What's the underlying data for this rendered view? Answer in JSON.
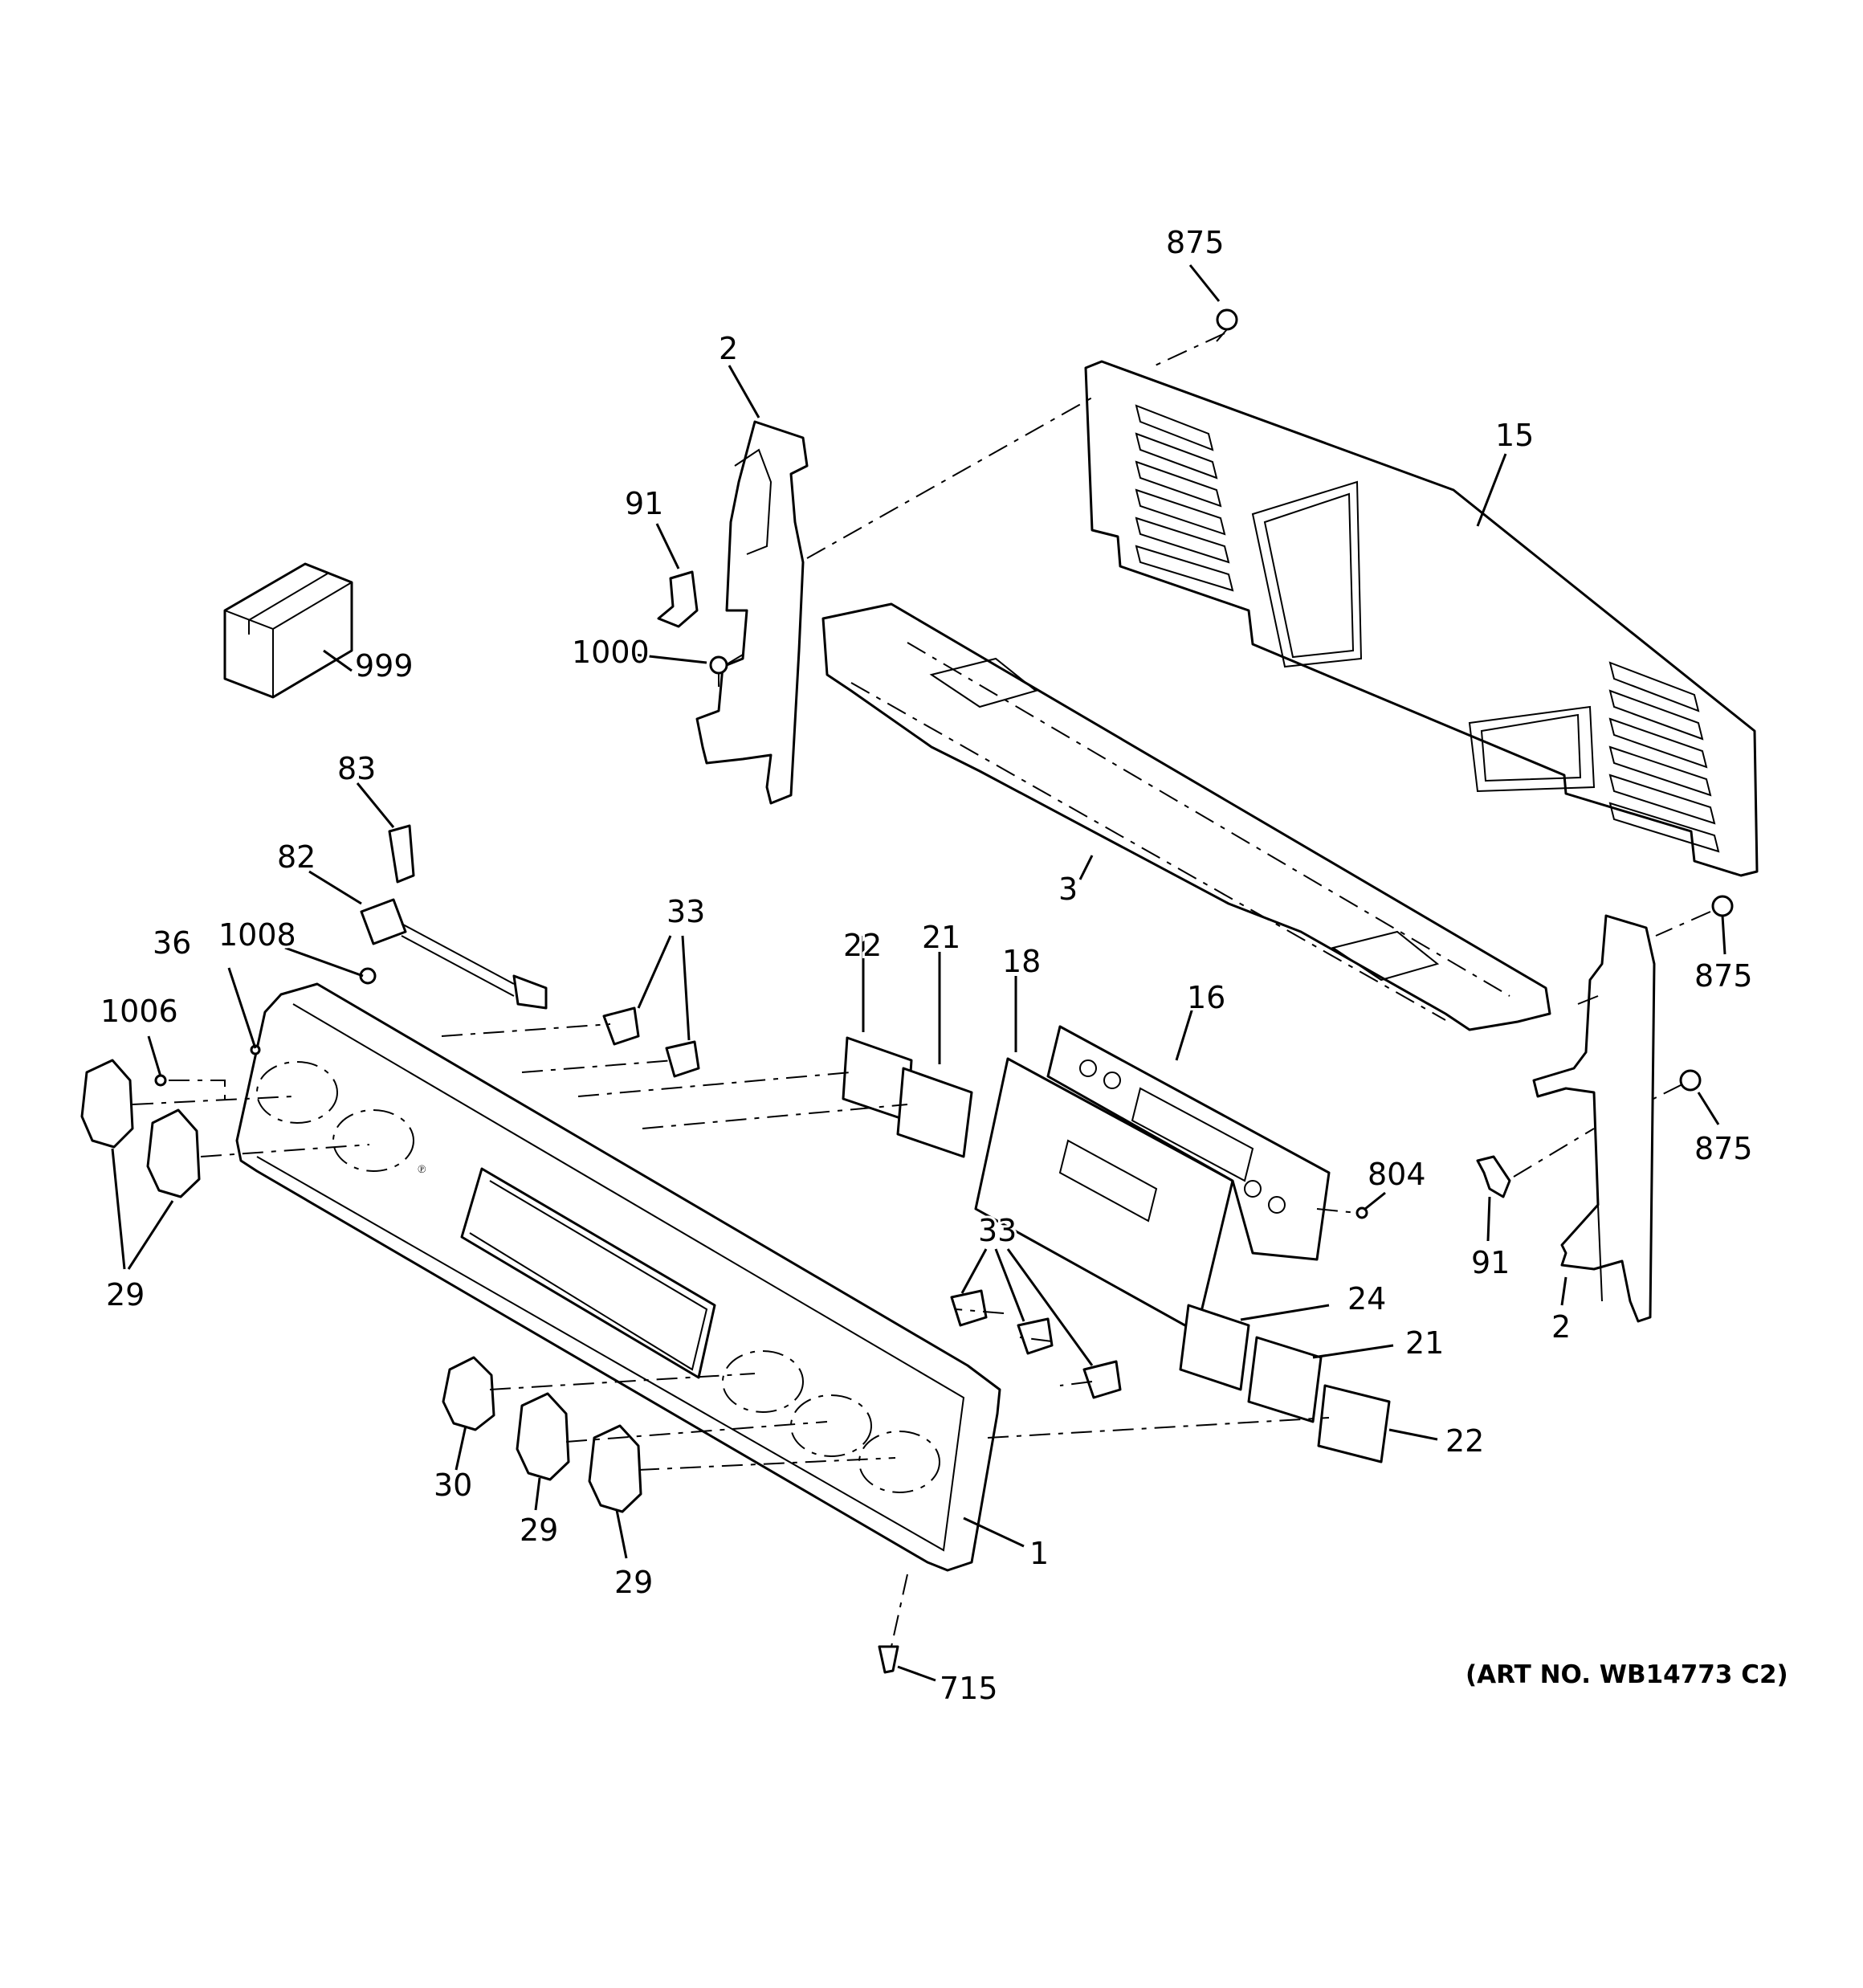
{
  "diagram": {
    "art_number": "(ART NO. WB14773 C2)",
    "callouts": {
      "screw_875_top": "875",
      "bracket_2_left": "2",
      "backsplash_15": "15",
      "clip_91_left": "91",
      "box_999": "999",
      "screw_1000": "1000",
      "part_83": "83",
      "part_82": "82",
      "panel_3": "3",
      "bushing_33_upper": "33",
      "part_22_upper": "22",
      "part_21_upper": "21",
      "overlay_18": "18",
      "board_16": "16",
      "part_36": "36",
      "part_1008": "1008",
      "part_1006": "1006",
      "knob_29_left": "29",
      "screw_875_right_upper": "875",
      "screw_875_right_lower": "875",
      "clip_91_right": "91",
      "bracket_2_right": "2",
      "screw_804": "804",
      "bushing_33_lower": "33",
      "part_24": "24",
      "part_21_lower": "21",
      "part_22_lower": "22",
      "knob_30": "30",
      "knob_29_mid": "29",
      "knob_29_right": "29",
      "panel_1": "1",
      "screw_715": "715"
    }
  }
}
